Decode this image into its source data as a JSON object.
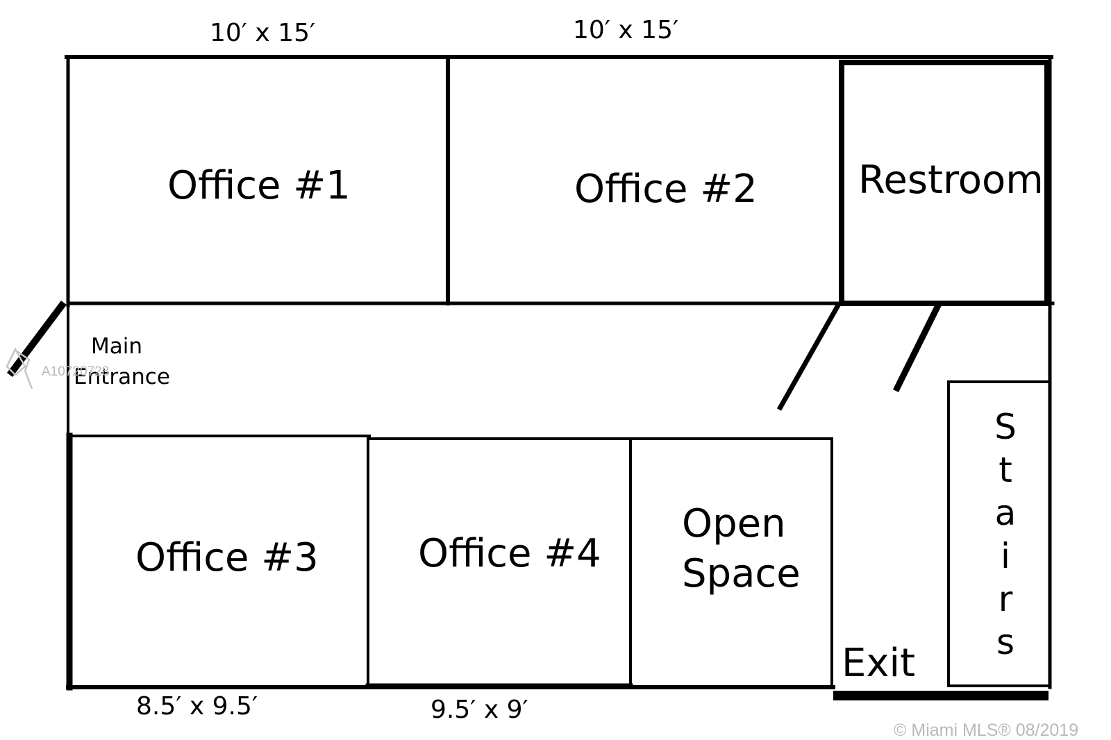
{
  "dimensions": {
    "office1": "10′ x 15′",
    "office2": "10′ x 15′",
    "office3": "8.5′ x 9.5′",
    "office4": "9.5′ x 9′"
  },
  "rooms": {
    "office1": "Office #1",
    "office2": "Office #2",
    "restroom": "Restroom",
    "office3": "Office #3",
    "office4": "Office #4",
    "open_space_line1": "Open",
    "open_space_line2": "Space",
    "stairs_letters": [
      "S",
      "t",
      "a",
      "i",
      "r",
      "s"
    ],
    "exit": "Exit"
  },
  "entrance": {
    "line1": "Main",
    "line2": "Entrance"
  },
  "watermark": {
    "listing_id": "A10720728",
    "copyright": "© Miami MLS® 08/2019"
  },
  "colors": {
    "walls": "#000000",
    "background": "#ffffff",
    "watermark": "#b9b9b9"
  }
}
